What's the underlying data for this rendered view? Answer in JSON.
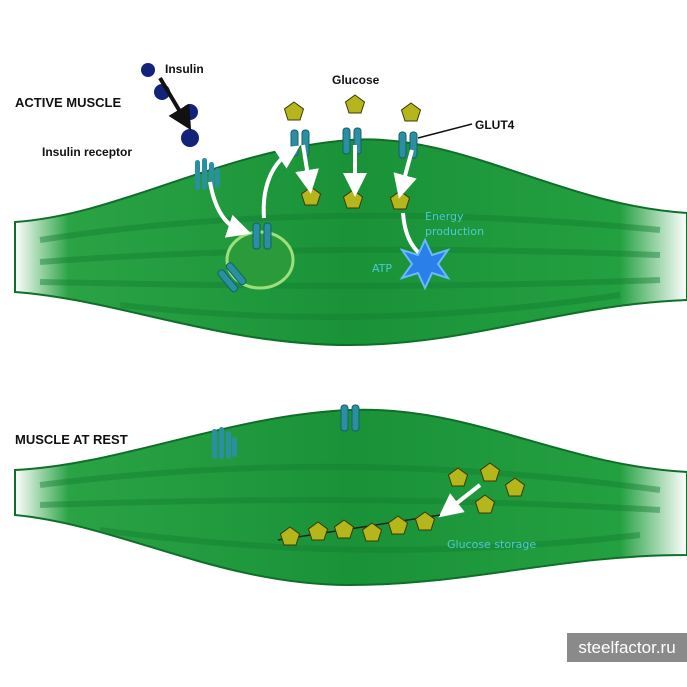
{
  "labels": {
    "insulin": "Insulin",
    "active_muscle": "ACTIVE MUSCLE",
    "insulin_receptor": "Insulin receptor",
    "glucose": "Glucose",
    "glut4": "GLUT4",
    "energy_line1": "Energy",
    "energy_line2": "production",
    "atp": "ATP",
    "muscle_at_rest": "MUSCLE AT REST",
    "glucose_storage": "Glucose storage"
  },
  "watermark": "steelfactor.ru",
  "colors": {
    "muscle": "#1f9a3c",
    "muscle_dark": "#0f6e2a",
    "glucose": "#b8b81a",
    "insulin": "#13237a",
    "transporter": "#2a8fa0",
    "atp": "#2a7fe8"
  }
}
